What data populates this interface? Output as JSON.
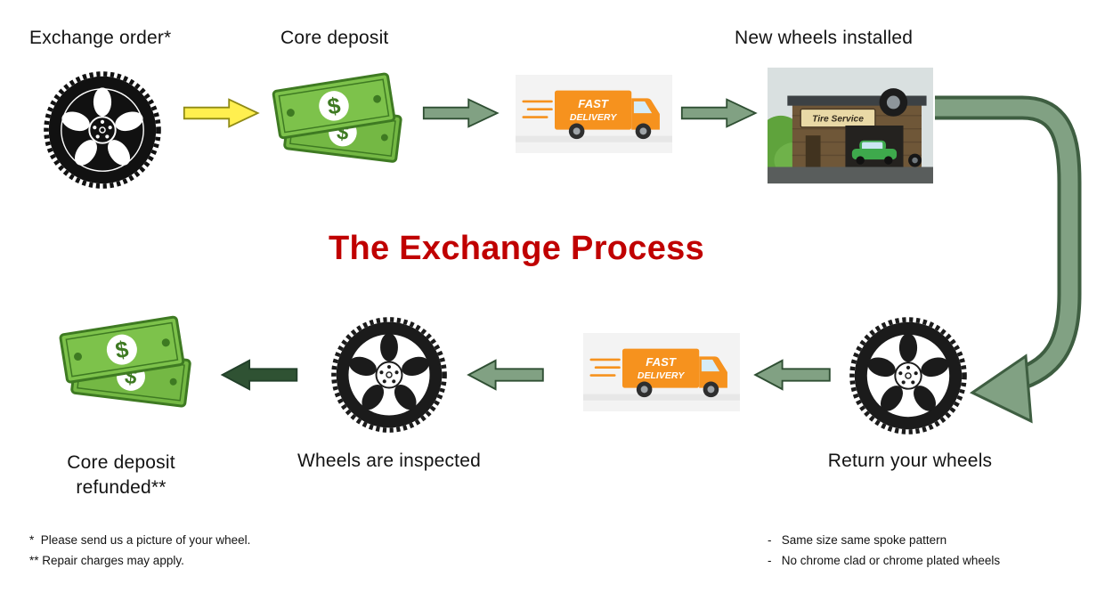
{
  "title": "The Exchange Process",
  "steps": {
    "exchange_order": "Exchange order*",
    "core_deposit": "Core deposit",
    "new_wheels_installed": "New wheels installed",
    "return_your_wheels": "Return your wheels",
    "wheels_are_inspected": "Wheels are inspected",
    "refunded_line1": "Core deposit",
    "refunded_line2": "refunded**"
  },
  "truck": {
    "line1": "FAST",
    "line2": "DELIVERY"
  },
  "shop": {
    "sign": "Tire Service"
  },
  "money": {
    "symbol": "$"
  },
  "footnotes": {
    "left1": "*  Please send us a picture of your wheel.",
    "left2": "** Repair charges may apply.",
    "right1": "-   Same size same spoke pattern",
    "right2": "-   No chrome clad or chrome plated wheels"
  },
  "colors": {
    "title_red": "#C00000",
    "arrow_yellow": "#FFEF4F",
    "arrow_yellow_border": "#8F8A15",
    "arrow_green": "#81A183",
    "arrow_green_border": "#2F4F33",
    "arrow_dark_green": "#2F5233",
    "arrow_dark_green_border": "#22402A",
    "money_green": "#7DC24B",
    "truck_orange": "#F6921E"
  }
}
